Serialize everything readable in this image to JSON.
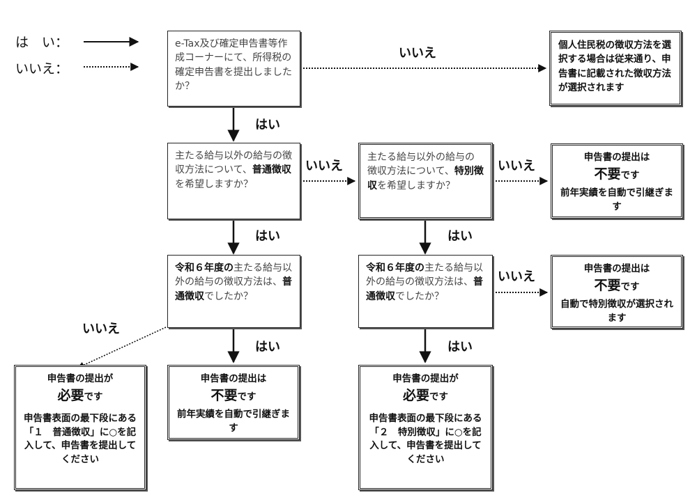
{
  "legend": {
    "yes": "は　い：",
    "no": "いいえ："
  },
  "edges": {
    "yes": "はい",
    "no": "いいえ"
  },
  "nodes": {
    "q1": "e-Tax及び確定申告書等作成コーナーにて、所得税の確定申告書を提出しましたか？",
    "q2": {
      "pre": "主たる給与以外の給与の徴収方法について、",
      "em": "普通徴収",
      "post": "を希望しますか？"
    },
    "q3": {
      "pre": "主たる給与以外の給与の徴収方法について、",
      "em": "特別徴収",
      "post": "を希望しますか？"
    },
    "q4": {
      "em1": "令和６年度の",
      "mid": "主たる給与以外の給与の徴収方法は、",
      "em2": "普通徴収",
      "post": "でしたか？"
    },
    "q5": {
      "em1": "令和６年度の",
      "mid": "主たる給与以外の給与の徴収方法は、",
      "em2": "普通徴収",
      "post": "でしたか？"
    },
    "r_top": "個人住民税の徴収方法を選択する場合は従来通り、申告書に記載された徴収方法が選択されます",
    "r_mid": {
      "head": "申告書の提出は",
      "big": "不要",
      "tail": "です",
      "detail": "前年実績を自動で引継ぎます"
    },
    "r_auto": {
      "head": "申告書の提出は",
      "big": "不要",
      "tail": "です",
      "detail": "自動で特別徴収が選択されます"
    },
    "r_bl": {
      "head": "申告書の提出が",
      "big": "必要",
      "tail": "です",
      "detail": "申告書表面の最下段にある「１　普通徴収」に○を記入して、申告書を提出してください"
    },
    "r_bc": {
      "head": "申告書の提出は",
      "big": "不要",
      "tail": "です",
      "detail": "前年実績を自動で引継ぎます"
    },
    "r_br": {
      "head": "申告書の提出が",
      "big": "必要",
      "tail": "です",
      "detail": "申告書表面の最下段にある「２　特別徴収」に○を記入して、申告書を提出してください"
    }
  }
}
